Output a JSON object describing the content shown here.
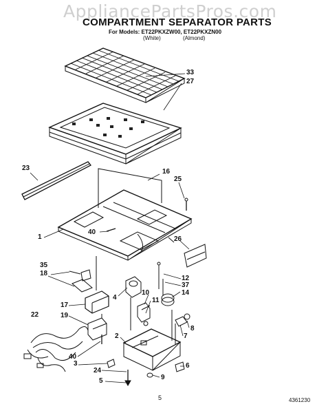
{
  "watermark": "AppliancePartsPros.com",
  "title": "COMPARTMENT SEPARATOR PARTS",
  "models": "For Models: ET22PKXZW00, ET22PKXZN00",
  "colors": [
    "(White)",
    "(Almond)"
  ],
  "callouts": [
    "33",
    "27",
    "23",
    "16",
    "25",
    "1",
    "40",
    "26",
    "35",
    "18",
    "12",
    "37",
    "4",
    "14",
    "10",
    "11",
    "17",
    "19",
    "22",
    "8",
    "7",
    "2",
    "40",
    "3",
    "6",
    "24",
    "9",
    "5"
  ],
  "footer": {
    "page": "5",
    "code": "4361230"
  }
}
